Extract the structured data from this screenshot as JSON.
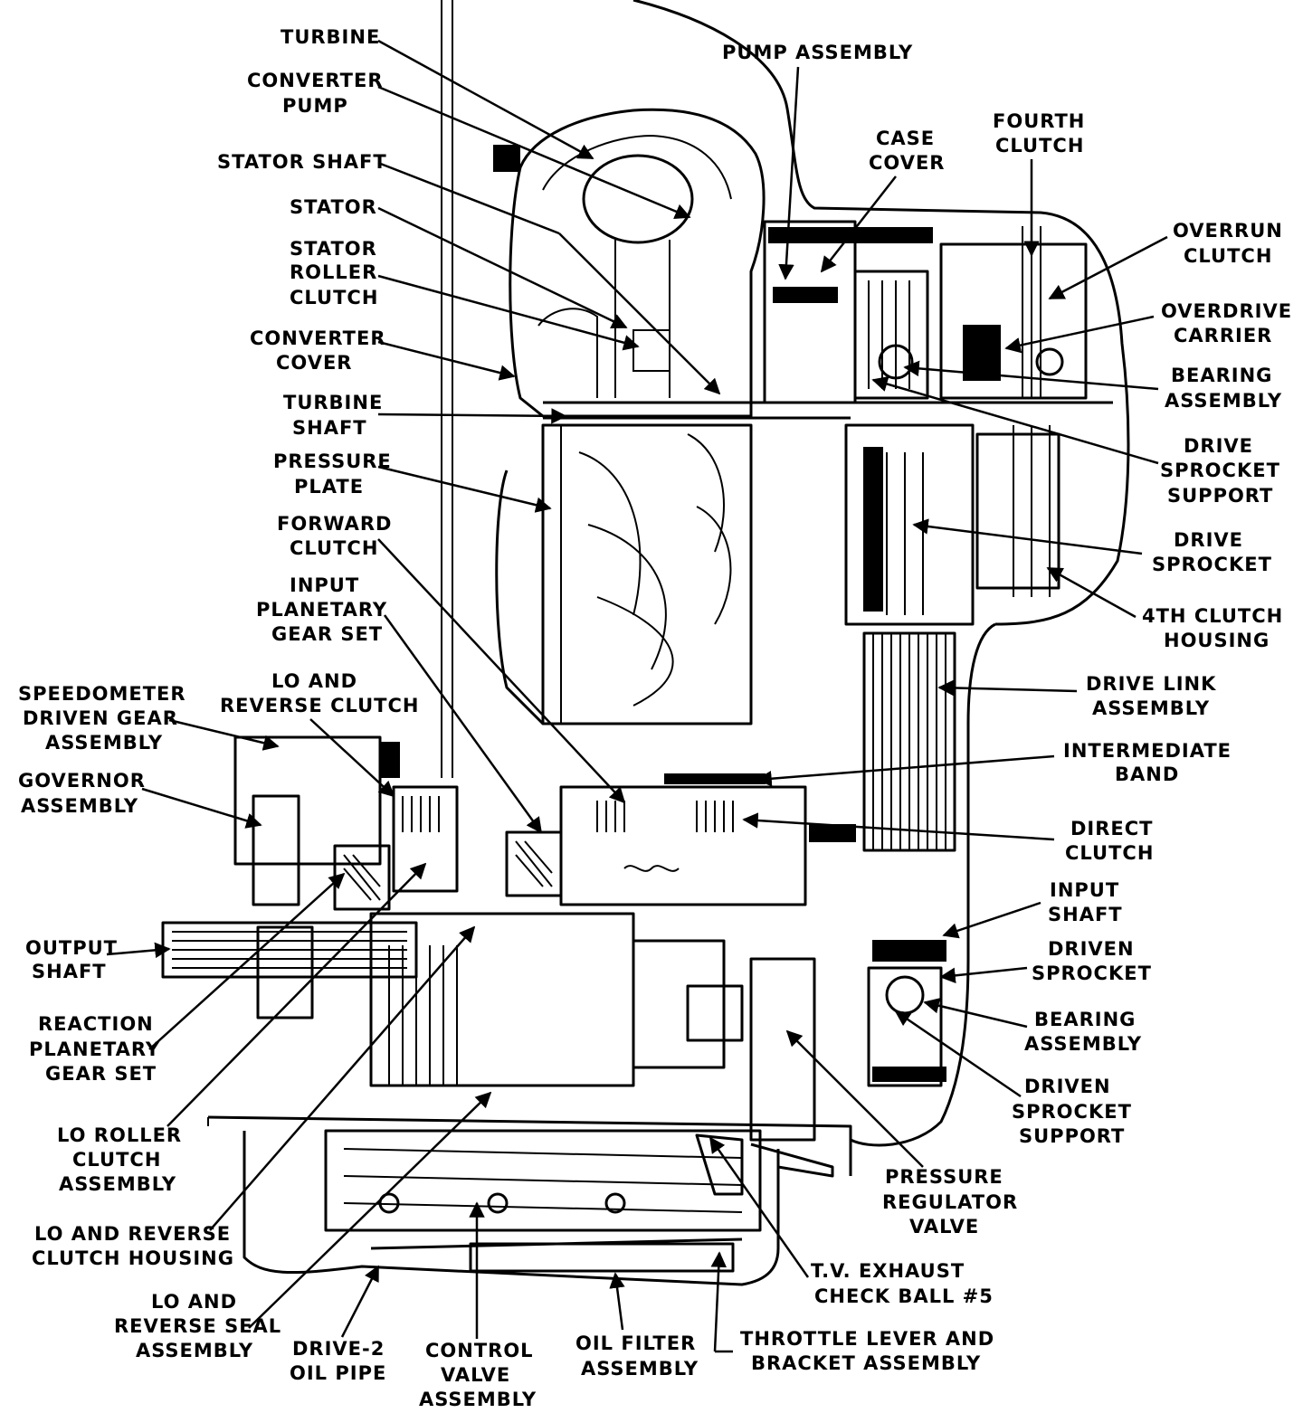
{
  "labels": {
    "turbine": "TURBINE",
    "converter_pump": [
      "CONVERTER",
      "PUMP"
    ],
    "stator_shaft": "STATOR SHAFT",
    "stator": "STATOR",
    "stator_roller_clutch": [
      "STATOR",
      "ROLLER",
      "CLUTCH"
    ],
    "converter_cover": [
      "CONVERTER",
      "COVER"
    ],
    "turbine_shaft": [
      "TURBINE",
      "SHAFT"
    ],
    "pressure_plate": [
      "PRESSURE",
      "PLATE"
    ],
    "forward_clutch": [
      "FORWARD",
      "CLUTCH"
    ],
    "input_planetary_gear_set": [
      "INPUT",
      "PLANETARY",
      "GEAR SET"
    ],
    "lo_and_reverse_clutch": [
      "LO AND",
      "REVERSE CLUTCH"
    ],
    "speedometer_driven_gear_assembly": [
      "SPEEDOMETER",
      "DRIVEN GEAR",
      "ASSEMBLY"
    ],
    "governor_assembly": [
      "GOVERNOR",
      "ASSEMBLY"
    ],
    "output_shaft": [
      "OUTPUT",
      "SHAFT"
    ],
    "reaction_planetary_gear_set": [
      "REACTION",
      "PLANETARY",
      "GEAR SET"
    ],
    "lo_roller_clutch_assembly": [
      "LO ROLLER",
      "CLUTCH",
      "ASSEMBLY"
    ],
    "lo_and_reverse_clutch_housing": [
      "LO AND REVERSE",
      "CLUTCH HOUSING"
    ],
    "lo_and_reverse_seal_assembly": [
      "LO AND",
      "REVERSE SEAL",
      "ASSEMBLY"
    ],
    "drive_2_oil_pipe": [
      "DRIVE-2",
      "OIL PIPE"
    ],
    "control_valve_assembly": [
      "CONTROL",
      "VALVE",
      "ASSEMBLY"
    ],
    "oil_filter_assembly": [
      "OIL FILTER",
      "ASSEMBLY"
    ],
    "throttle_lever_and_bracket_assembly": [
      "THROTTLE LEVER AND",
      "BRACKET ASSEMBLY"
    ],
    "tv_exhaust_check_ball": [
      "T.V. EXHAUST",
      "CHECK BALL #5"
    ],
    "pressure_regulator_valve": [
      "PRESSURE",
      "REGULATOR",
      "VALVE"
    ],
    "driven_sprocket_support": [
      "DRIVEN",
      "SPROCKET",
      "SUPPORT"
    ],
    "bearing_assembly_lower": [
      "BEARING",
      "ASSEMBLY"
    ],
    "driven_sprocket": [
      "DRIVEN",
      "SPROCKET"
    ],
    "input_shaft": [
      "INPUT",
      "SHAFT"
    ],
    "direct_clutch": [
      "DIRECT",
      "CLUTCH"
    ],
    "intermediate_band": [
      "INTERMEDIATE",
      "BAND"
    ],
    "drive_link_assembly": [
      "DRIVE LINK",
      "ASSEMBLY"
    ],
    "fourth_clutch_housing": [
      "4TH CLUTCH",
      "HOUSING"
    ],
    "drive_sprocket": [
      "DRIVE",
      "SPROCKET"
    ],
    "drive_sprocket_support": [
      "DRIVE",
      "SPROCKET",
      "SUPPORT"
    ],
    "bearing_assembly_upper": [
      "BEARING",
      "ASSEMBLY"
    ],
    "overdrive_carrier": [
      "OVERDRIVE",
      "CARRIER"
    ],
    "overrun_clutch": [
      "OVERRUN",
      "CLUTCH"
    ],
    "fourth_clutch": [
      "FOURTH",
      "CLUTCH"
    ],
    "case_cover": [
      "CASE",
      "COVER"
    ],
    "pump_assembly": "PUMP ASSEMBLY"
  }
}
